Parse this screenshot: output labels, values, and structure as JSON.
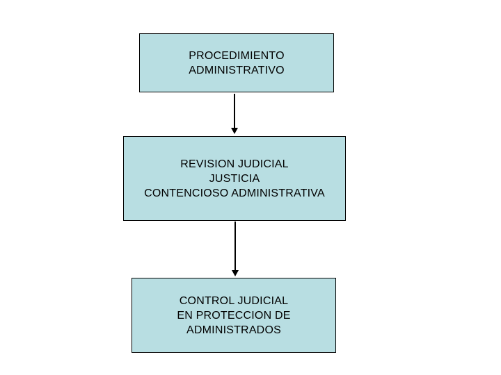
{
  "slide": {
    "background": "#ffffff"
  },
  "colors": {
    "node_fill": "#b8dee2",
    "node_border": "#000000",
    "arrow": "#000000",
    "text": "#000000"
  },
  "diagram": {
    "type": "flowchart",
    "direction": "top-down",
    "nodes": [
      {
        "id": "procedimiento-administrativo",
        "text": "PROCEDIMIENTO\nADMINISTRATIVO"
      },
      {
        "id": "revision-judicial",
        "text": "REVISION JUDICIAL\nJUSTICIA\nCONTENCIOSO ADMINISTRATIVA"
      },
      {
        "id": "control-judicial",
        "text": "CONTROL JUDICIAL\nEN PROTECCION DE\nADMINISTRADOS"
      }
    ],
    "edges": [
      {
        "from": "procedimiento-administrativo",
        "to": "revision-judicial",
        "style": "solid-arrow-down"
      },
      {
        "from": "revision-judicial",
        "to": "control-judicial",
        "style": "solid-arrow-down"
      }
    ]
  }
}
